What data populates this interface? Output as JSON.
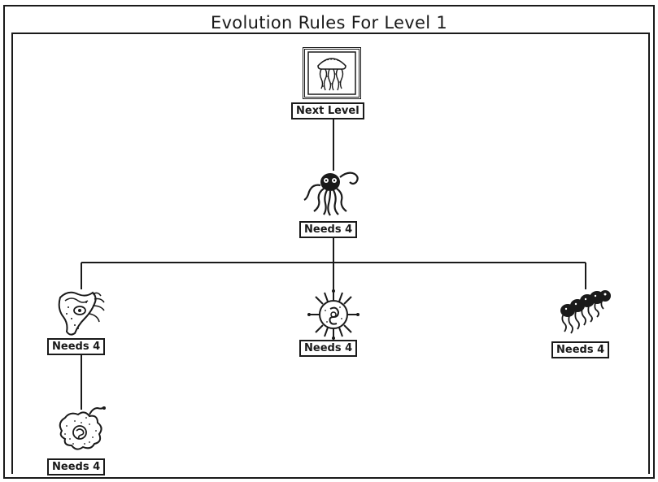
{
  "window": {
    "title": "Evolution Rules For Level 1"
  },
  "tree": {
    "top": {
      "icon": "jellyfish-icon",
      "label": "Next Level"
    },
    "middle": {
      "icon": "octopus-icon",
      "label": "Needs 4"
    },
    "left": {
      "icon": "worm-creature-icon",
      "label": "Needs 4"
    },
    "center": {
      "icon": "spiky-cell-icon",
      "label": "Needs 4"
    },
    "right": {
      "icon": "caterpillar-icon",
      "label": "Needs 4"
    },
    "bottom_left": {
      "icon": "amoeba-icon",
      "label": "Needs 4"
    }
  }
}
